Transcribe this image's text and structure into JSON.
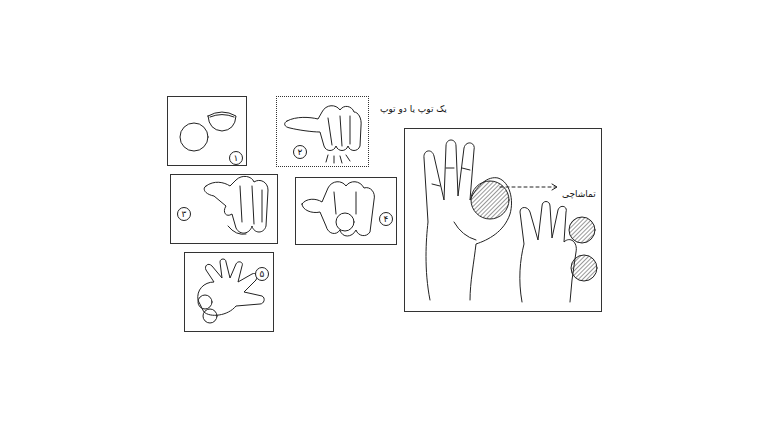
{
  "diagram": {
    "nodes": [
      {
        "text": [
          "۱"
        ]
      },
      {
        "text": [
          "۲"
        ]
      },
      {
        "text": [
          "۳"
        ]
      },
      {
        "text": [
          "۴"
        ]
      },
      {
        "text": [
          "۵"
        ]
      },
      {
        "text": [
          "تماشاچی"
        ]
      }
    ],
    "labels": [
      "یک توپ یا دو توپ"
    ]
  }
}
